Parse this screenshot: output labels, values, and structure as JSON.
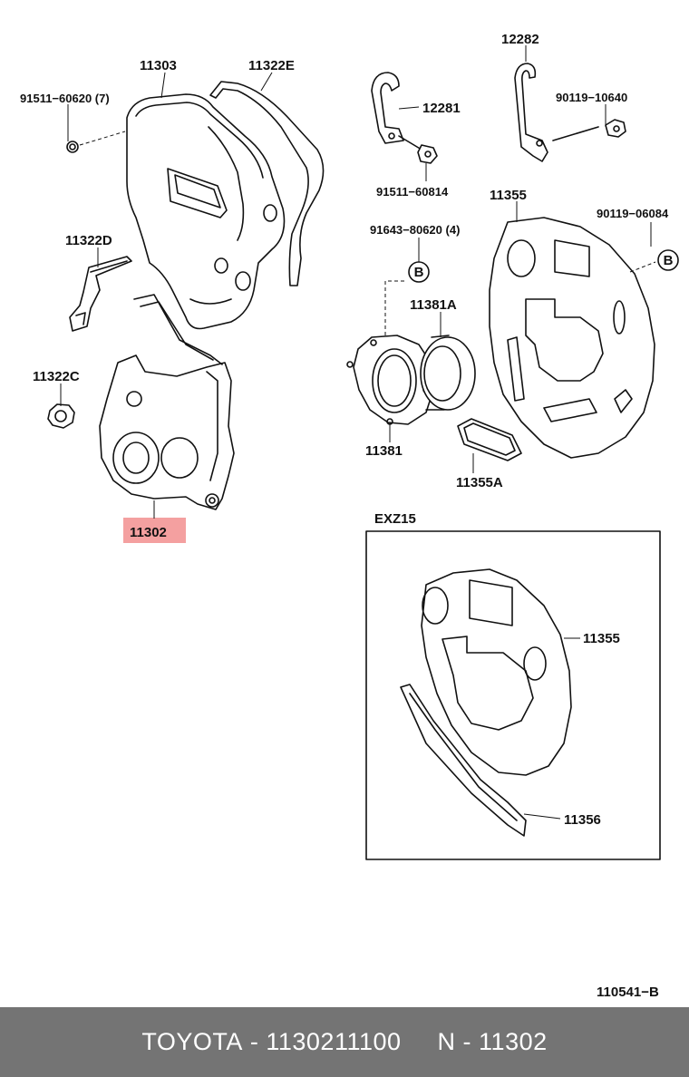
{
  "labels": {
    "l11303": "11303",
    "l11322e": "11322E",
    "l91511_60620": "91511−60620 (7)",
    "l11322d": "11322D",
    "l11322c": "11322C",
    "l11302": "11302",
    "l12282": "12282",
    "l12281": "12281",
    "l90119_10640": "90119−10640",
    "l91511_60814": "91511−60814",
    "l11355_top": "11355",
    "l90119_06084": "90119−06084",
    "l91643_80620": "91643−80620 (4)",
    "l11381a": "11381A",
    "l11381": "11381",
    "l11355a": "11355A",
    "lexz15": "EXZ15",
    "l11355_box": "11355",
    "l11356": "11356",
    "lref": "110541−B",
    "callout_b": "B"
  },
  "highlight_color": "#f4a0a0",
  "footer": {
    "brand": "TOYOTA",
    "sep1": " - ",
    "part_number": "1130211100",
    "gap": "     ",
    "ref_prefix": "N",
    "sep2": " - ",
    "ref_number": "11302"
  }
}
